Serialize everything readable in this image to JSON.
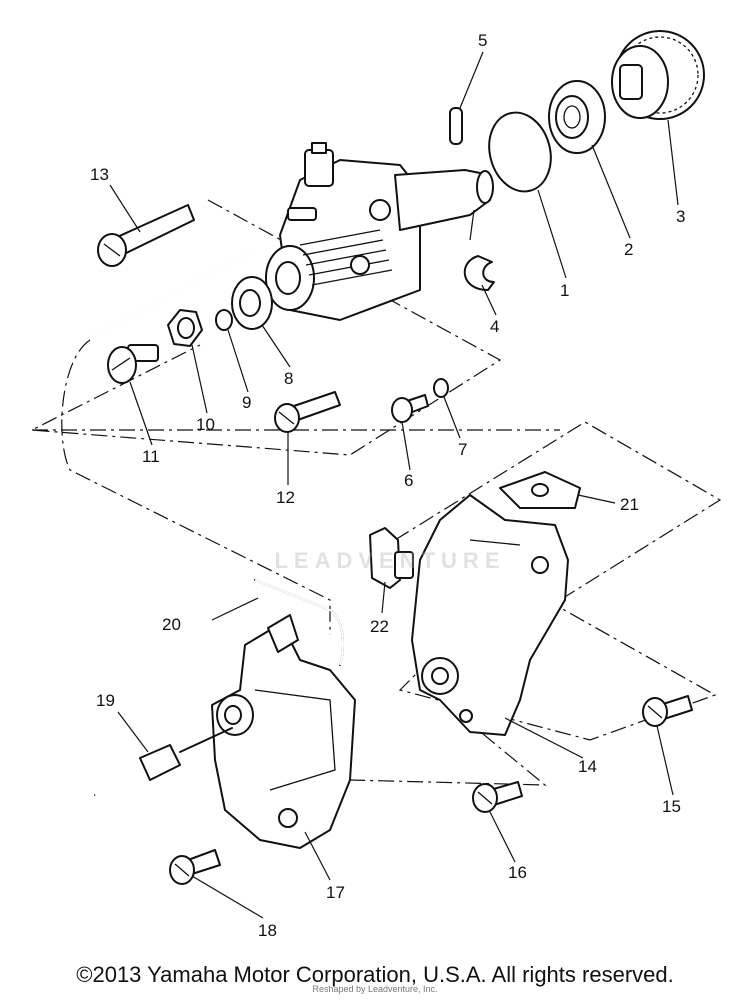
{
  "diagram": {
    "callouts": [
      "1",
      "2",
      "3",
      "4",
      "5",
      "6",
      "7",
      "8",
      "9",
      "10",
      "11",
      "12",
      "13",
      "14",
      "15",
      "16",
      "17",
      "18",
      "19",
      "20",
      "21",
      "22"
    ]
  },
  "watermark": {
    "brand": "LEADVENTURE",
    "line": "Reshaped by Leadventure, Inc."
  },
  "footer": {
    "copyright": "©2013 Yamaha Motor Corporation, U.S.A. All rights reserved."
  }
}
